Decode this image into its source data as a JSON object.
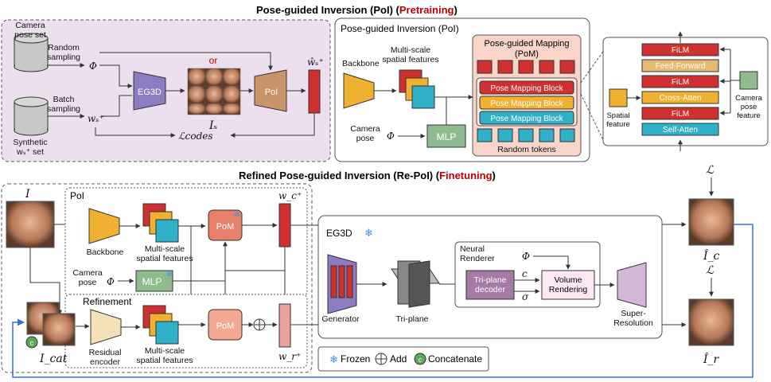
{
  "top": {
    "title_main": "Pose-guided Inversion (PoI) (",
    "title_sub": "Pretraining",
    "title_end": ")",
    "camera_pose_set": [
      "Camera",
      "pose set"
    ],
    "random_sampling": [
      "Random",
      "sampling"
    ],
    "batch_sampling": [
      "Batch",
      "sampling"
    ],
    "synthetic_set": [
      "Synthetic",
      "wₛ⁺ set"
    ],
    "phi": "Φ",
    "ws_plus": "wₛ⁺",
    "ws_hat": "ŵₛ⁺",
    "eg3d": "EG3D",
    "or": "or",
    "is_label": "Iₛ",
    "poi": "PoI",
    "loss_codes": "ℒcodes"
  },
  "poi_box": {
    "title": "Pose-guided Inversion (PoI)",
    "backbone": "Backbone",
    "multiscale": [
      "Multi-scale",
      "spatial features"
    ],
    "camera_pose": [
      "Camera",
      "pose"
    ],
    "phi": "Φ",
    "mlp": "MLP",
    "pom_title": [
      "Pose-guided Mapping",
      "(PoM)"
    ],
    "blocks": [
      "Pose Mapping Block",
      "Pose Mapping Block",
      "Pose Mapping Block"
    ],
    "random_tokens": "Random tokens"
  },
  "block_detail": {
    "layers": [
      "FiLM",
      "Feed-Forward",
      "FiLM",
      "Cross-Atten",
      "FiLM",
      "Self-Atten"
    ],
    "spatial_feature": [
      "Spatial",
      "feature"
    ],
    "camera_pose_feature": [
      "Camera",
      "pose",
      "feature"
    ]
  },
  "bottom": {
    "title_main": "Refined Pose-guided Inversion (Re-PoI) (",
    "title_sub": "Finetuning",
    "title_end": ")",
    "input_label": "I",
    "poi": "PoI",
    "backbone": "Backbone",
    "multiscale": [
      "Multi-scale",
      "spatial features"
    ],
    "pom": "PoM",
    "wc_plus": "w_c⁺",
    "camera_pose": [
      "Camera",
      "pose"
    ],
    "phi": "Φ",
    "mlp": "MLP",
    "refinement": "Refinement",
    "residual_encoder": [
      "Residual",
      "encoder"
    ],
    "wr_plus": "w_r⁺",
    "icat": "I_cat",
    "concat_mark": "c",
    "eg3d": "EG3D",
    "neural_renderer": [
      "Neural",
      "Renderer"
    ],
    "generator": "Generator",
    "triplane": "Tri-plane",
    "triplane_decoder": [
      "Tri-plane",
      "decoder"
    ],
    "volume_rendering": [
      "Volume",
      "Rendering"
    ],
    "super_resolution": [
      "Super-",
      "Resolution"
    ],
    "c": "c",
    "sigma": "σ",
    "loss": "ℒ",
    "ic_hat": "Î_c",
    "ir_hat": "Î_r",
    "legend": [
      "Frozen",
      "Add",
      "Concatenate"
    ]
  },
  "colors": {
    "pink_bg": "#ede0ee",
    "red": "#d03030",
    "orange": "#f0b030",
    "teal": "#30b0c8",
    "green": "#8fbc8f",
    "purple": "#8e7cc3",
    "pom_fill": "#e8806a",
    "accent_red": "#c00000"
  }
}
